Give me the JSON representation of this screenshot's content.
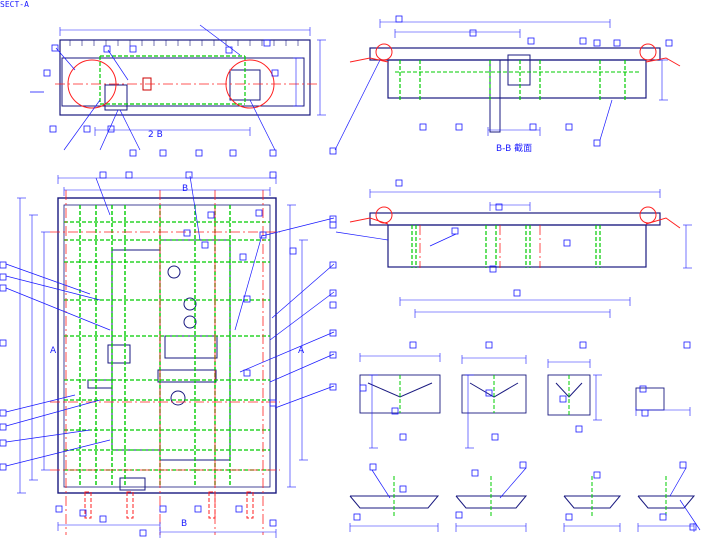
{
  "colors": {
    "outline": "#1a1a80",
    "dimension": "#1a1aff",
    "hidden": "#00cc00",
    "center": "#ff2020",
    "background": "#ffffff"
  },
  "labels": {
    "corner": "SECT-A",
    "top_view_dim": "2 B",
    "section_title": "B-B  截面",
    "plan_mark_b_top": "B",
    "plan_mark_b_bottom": "B",
    "plan_mark_a_left": "A",
    "plan_mark_a_right": "A"
  }
}
